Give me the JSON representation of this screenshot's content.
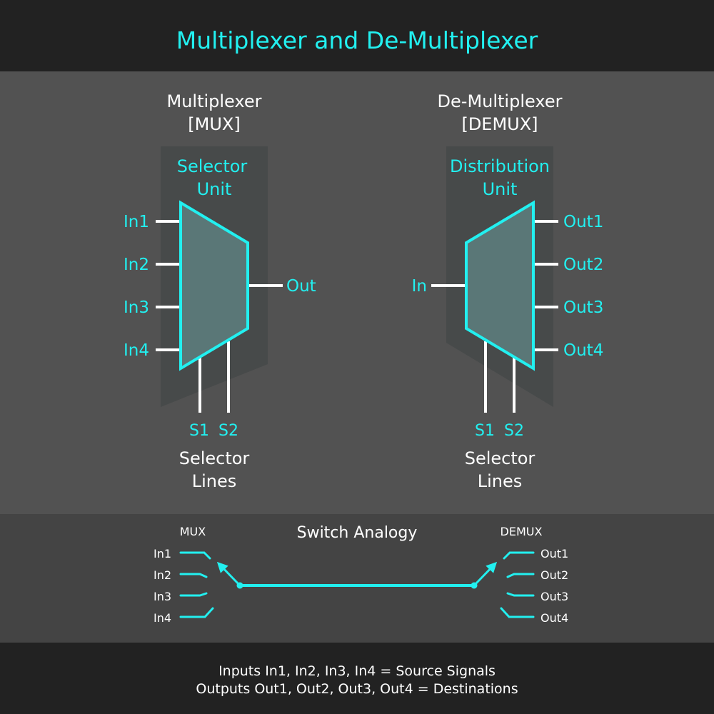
{
  "colors": {
    "accent": "#22f0f0",
    "header_bg": "#222222",
    "main_bg": "#525252",
    "analogy_bg": "#444444",
    "footer_bg": "#222222",
    "shadow": "#474a4a",
    "block_fill": "#5a7777",
    "text": "#ffffff"
  },
  "title": "Multiplexer and De-Multiplexer",
  "mux": {
    "heading_line1": "Multiplexer",
    "heading_line2": "[MUX]",
    "unit_line1": "Selector",
    "unit_line2": "Unit",
    "inputs": [
      "In1",
      "In2",
      "In3",
      "In4"
    ],
    "output": "Out",
    "selectors": [
      "S1",
      "S2"
    ],
    "selector_caption_line1": "Selector",
    "selector_caption_line2": "Lines"
  },
  "demux": {
    "heading_line1": "De-Multiplexer",
    "heading_line2": "[DEMUX]",
    "unit_line1": "Distribution",
    "unit_line2": "Unit",
    "input": "In",
    "outputs": [
      "Out1",
      "Out2",
      "Out3",
      "Out4"
    ],
    "selectors": [
      "S1",
      "S2"
    ],
    "selector_caption_line1": "Selector",
    "selector_caption_line2": "Lines"
  },
  "analogy": {
    "title": "Switch Analogy",
    "mux_label": "MUX",
    "demux_label": "DEMUX",
    "mux_inputs": [
      "In1",
      "In2",
      "In3",
      "In4"
    ],
    "demux_outputs": [
      "Out1",
      "Out2",
      "Out3",
      "Out4"
    ]
  },
  "footer": {
    "line1": "Inputs In1, In2, In3, In4 = Source Signals",
    "line2": "Outputs Out1, Out2, Out3, Out4 = Destinations"
  }
}
